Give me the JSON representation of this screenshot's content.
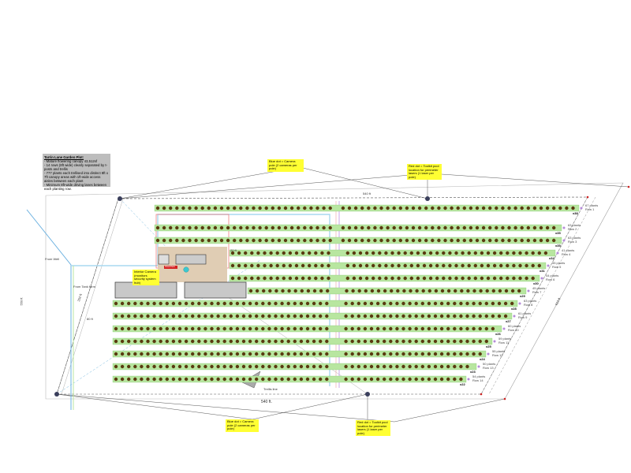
{
  "legend": {
    "title": "Tarrin Lane Garden Plot:",
    "lines": [
      "- Mature flowering canopy 43,512sf",
      "- 14 rows (8ft wide) clearly separated by t-posts and trellis",
      "- 777 plants each trellised into distinct 8ft x 7ft canopy areas with 1ft-wide access aisles between each plant",
      "- Minimum 8ft-wide driving lanes between each planting row."
    ]
  },
  "callouts": {
    "camera_top": "Blue dot = Camera pole (2 cameras per pole)",
    "laser_top": "Red dot = Toolkit pool location for perimeter lasers (1 laser per pole)",
    "camera_bottom": "Blue dot = Camera pole (2 cameras per pole)",
    "laser_bottom": "Red dot = Toolkit pool location for perimeter lasers (1 laser per pole)",
    "interior_camera": "Interior Camera (monitors security system hub)",
    "hub": "Shed/hub"
  },
  "dimensions": {
    "bottom": "540 ft.",
    "right": "613 ft",
    "left": "550 ft",
    "left_slant": "252 ft",
    "top": "540 ft",
    "inner": "80 ft",
    "gap": "20 ft"
  },
  "lines_labels": {
    "from_well": "From Well",
    "from_tank": "From Tank farm",
    "trellis": "Trellis line"
  },
  "colors": {
    "camera": "#3a3f5c",
    "laser": "#cc2222",
    "plant": "#b8e6a0",
    "bud": "#5a3a10",
    "water": "#6ab0e0"
  },
  "rows": [
    {
      "label": "Row 1",
      "plants": "67 plants",
      "marker": "x38"
    },
    {
      "label": "Row 2",
      "plants": "63 plants",
      "marker": "x35"
    },
    {
      "label": "Row 3",
      "plants": "63 plants",
      "marker": "x35"
    },
    {
      "label": "Row 4",
      "plants": "41 plants",
      "marker": "x34"
    },
    {
      "label": "Row 5",
      "plants": "45 plants",
      "marker": "x31"
    },
    {
      "label": "Row 6",
      "plants": "44 plants",
      "marker": "x30"
    },
    {
      "label": "Row 7",
      "plants": "45 plants",
      "marker": "x29"
    },
    {
      "label": "Row 8",
      "plants": "63 plants",
      "marker": "x28"
    },
    {
      "label": "Row 9",
      "plants": "61 plants",
      "marker": "x27"
    },
    {
      "label": "Row 10",
      "plants": "60 plants",
      "marker": "x26"
    },
    {
      "label": "Row 11",
      "plants": "59 plants",
      "marker": "x25"
    },
    {
      "label": "Row 12",
      "plants": "55 plants",
      "marker": "x24"
    },
    {
      "label": "Row 13",
      "plants": "50 plants",
      "marker": "x23"
    },
    {
      "label": "Row 14",
      "plants": "54 plants",
      "marker": "x22"
    }
  ]
}
